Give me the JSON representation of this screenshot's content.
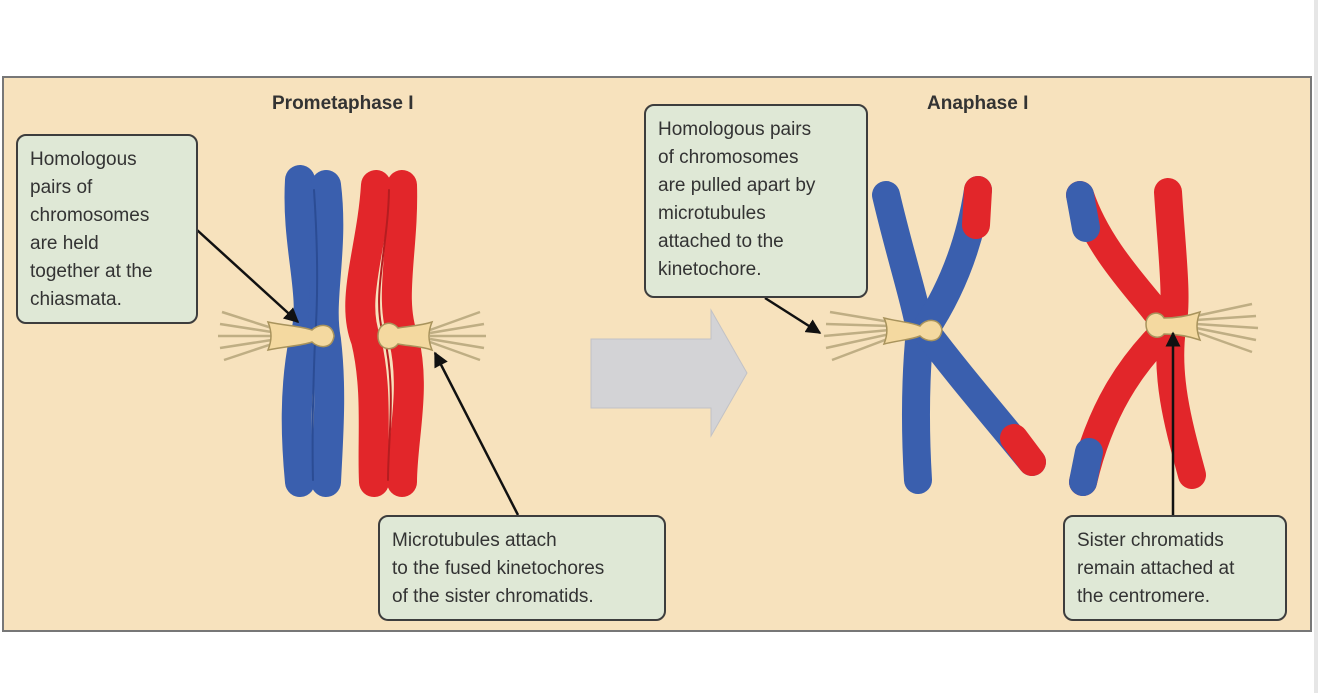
{
  "titles": {
    "left": "Prometaphase I",
    "right": "Anaphase I"
  },
  "callouts": {
    "chiasmata": {
      "lines": [
        "Homologous",
        "pairs of",
        "chromosomes",
        "are held",
        "together at the",
        "chiasmata."
      ]
    },
    "microtubules_attach": {
      "lines": [
        "Microtubules attach",
        "to the fused kinetochores",
        "of the sister chromatids."
      ]
    },
    "pulled_apart": {
      "lines": [
        "Homologous pairs",
        "of chromosomes",
        "are pulled apart by",
        "microtubules",
        "attached to the",
        "kinetochore."
      ]
    },
    "sister_attached": {
      "lines": [
        "Sister chromatids",
        "remain attached at",
        "the centromere."
      ]
    }
  },
  "colors": {
    "background": "#f7e2bd",
    "callout_fill": "#dfe8d6",
    "blue_chromosome": "#3a5fae",
    "red_chromosome": "#e2262a",
    "kinetochore": "#f4d9a0",
    "arrow": "#d3d3d6"
  }
}
